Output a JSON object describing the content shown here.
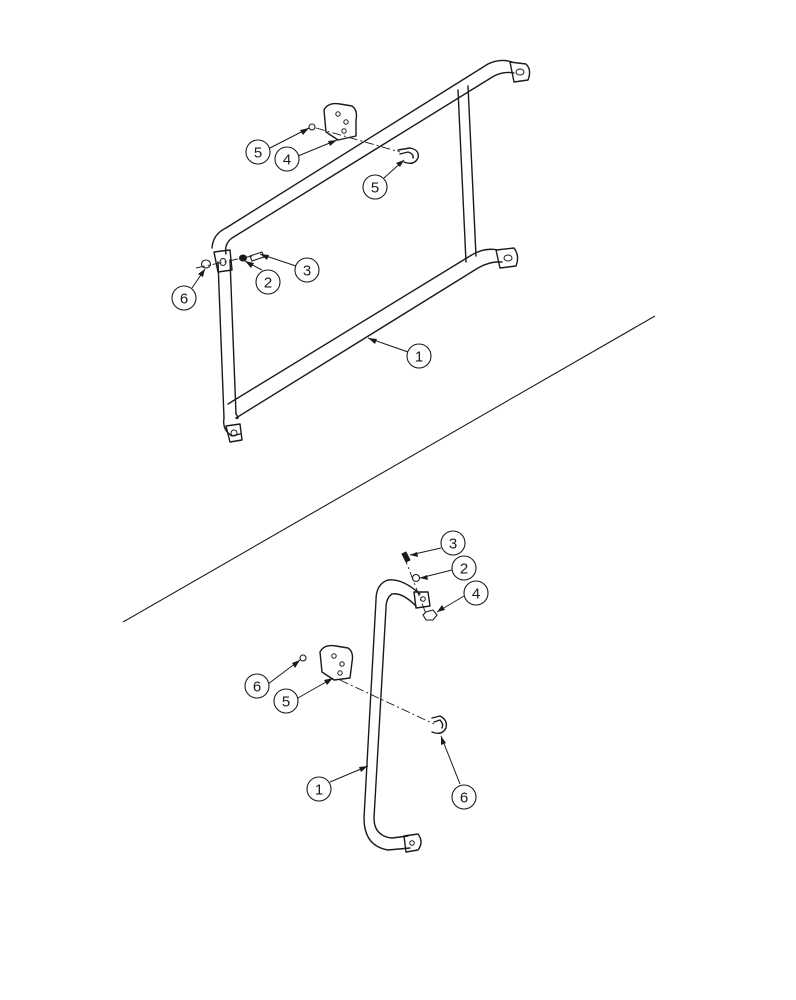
{
  "diagram": {
    "upper_assembly": {
      "callouts": [
        "5",
        "4",
        "5",
        "6",
        "2",
        "3",
        "1"
      ]
    },
    "lower_assembly": {
      "callouts": [
        "3",
        "2",
        "4",
        "6",
        "5",
        "6",
        "1"
      ]
    }
  }
}
